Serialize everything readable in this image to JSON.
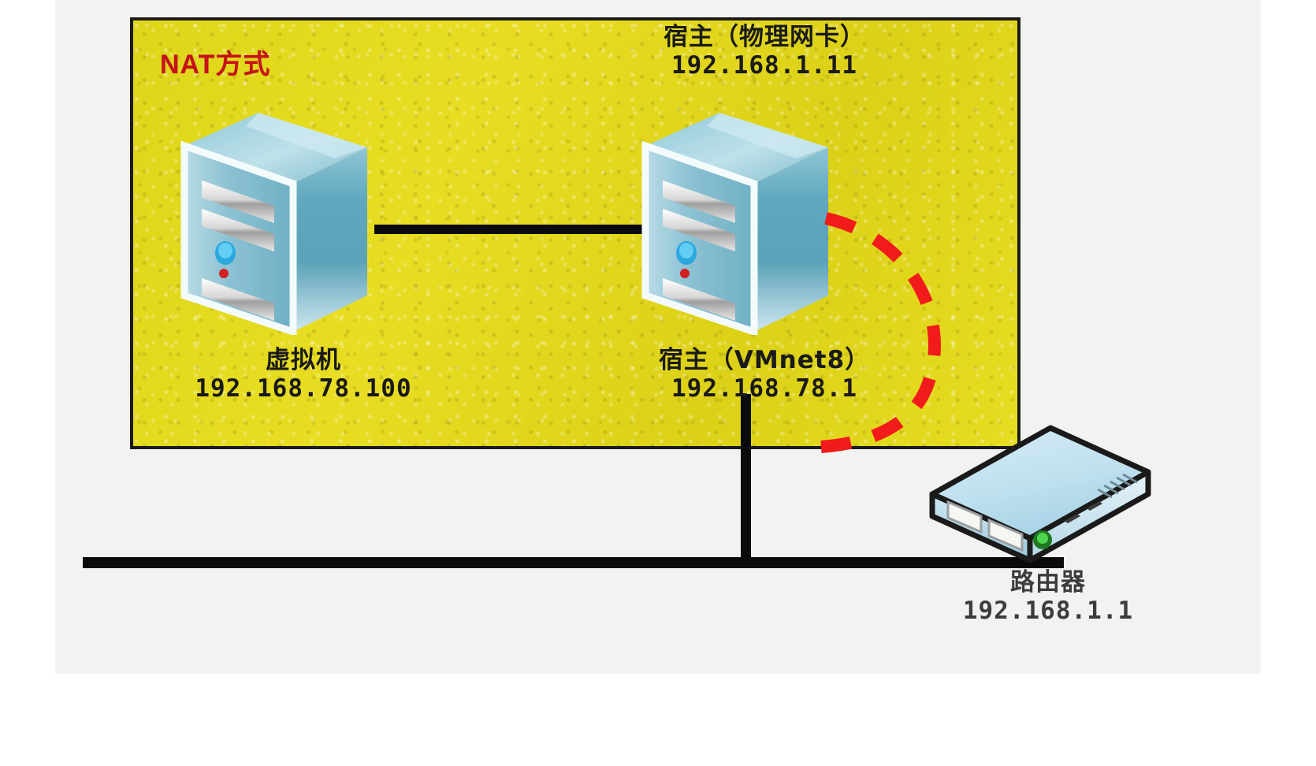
{
  "diagram": {
    "title": "NAT方式",
    "title_color": "#c8101a",
    "zone_fill": "#e3d81e",
    "zone_border": "#1b1b1b",
    "nodes": [
      {
        "id": "vm",
        "icon": "server-tower-icon",
        "name": "虚拟机",
        "ip": "192.168.78.100"
      },
      {
        "id": "host-physical-nic",
        "icon": "server-tower-icon",
        "name": "宿主（物理网卡）",
        "ip": "192.168.1.11"
      },
      {
        "id": "host-vmnet8",
        "icon": "server-tower-icon",
        "name": "宿主（VMnet8）",
        "ip": "192.168.78.1"
      },
      {
        "id": "router",
        "icon": "router-device-icon",
        "name": "路由器",
        "ip": "192.168.1.1"
      }
    ],
    "links": [
      {
        "id": "vm-to-host",
        "from": "vm",
        "to": "host-vmnet8",
        "style": "solid",
        "color": "#0a0a0a"
      },
      {
        "id": "host-to-bus",
        "from": "host-vmnet8",
        "to": "network-bus",
        "style": "solid",
        "color": "#0a0a0a"
      },
      {
        "id": "bus-to-router",
        "from": "network-bus",
        "to": "router",
        "style": "solid",
        "color": "#0a0a0a"
      },
      {
        "id": "nat-translation-path",
        "from": "host-physical-nic",
        "to": "router",
        "style": "dashed",
        "color": "#f21b1b"
      }
    ]
  }
}
